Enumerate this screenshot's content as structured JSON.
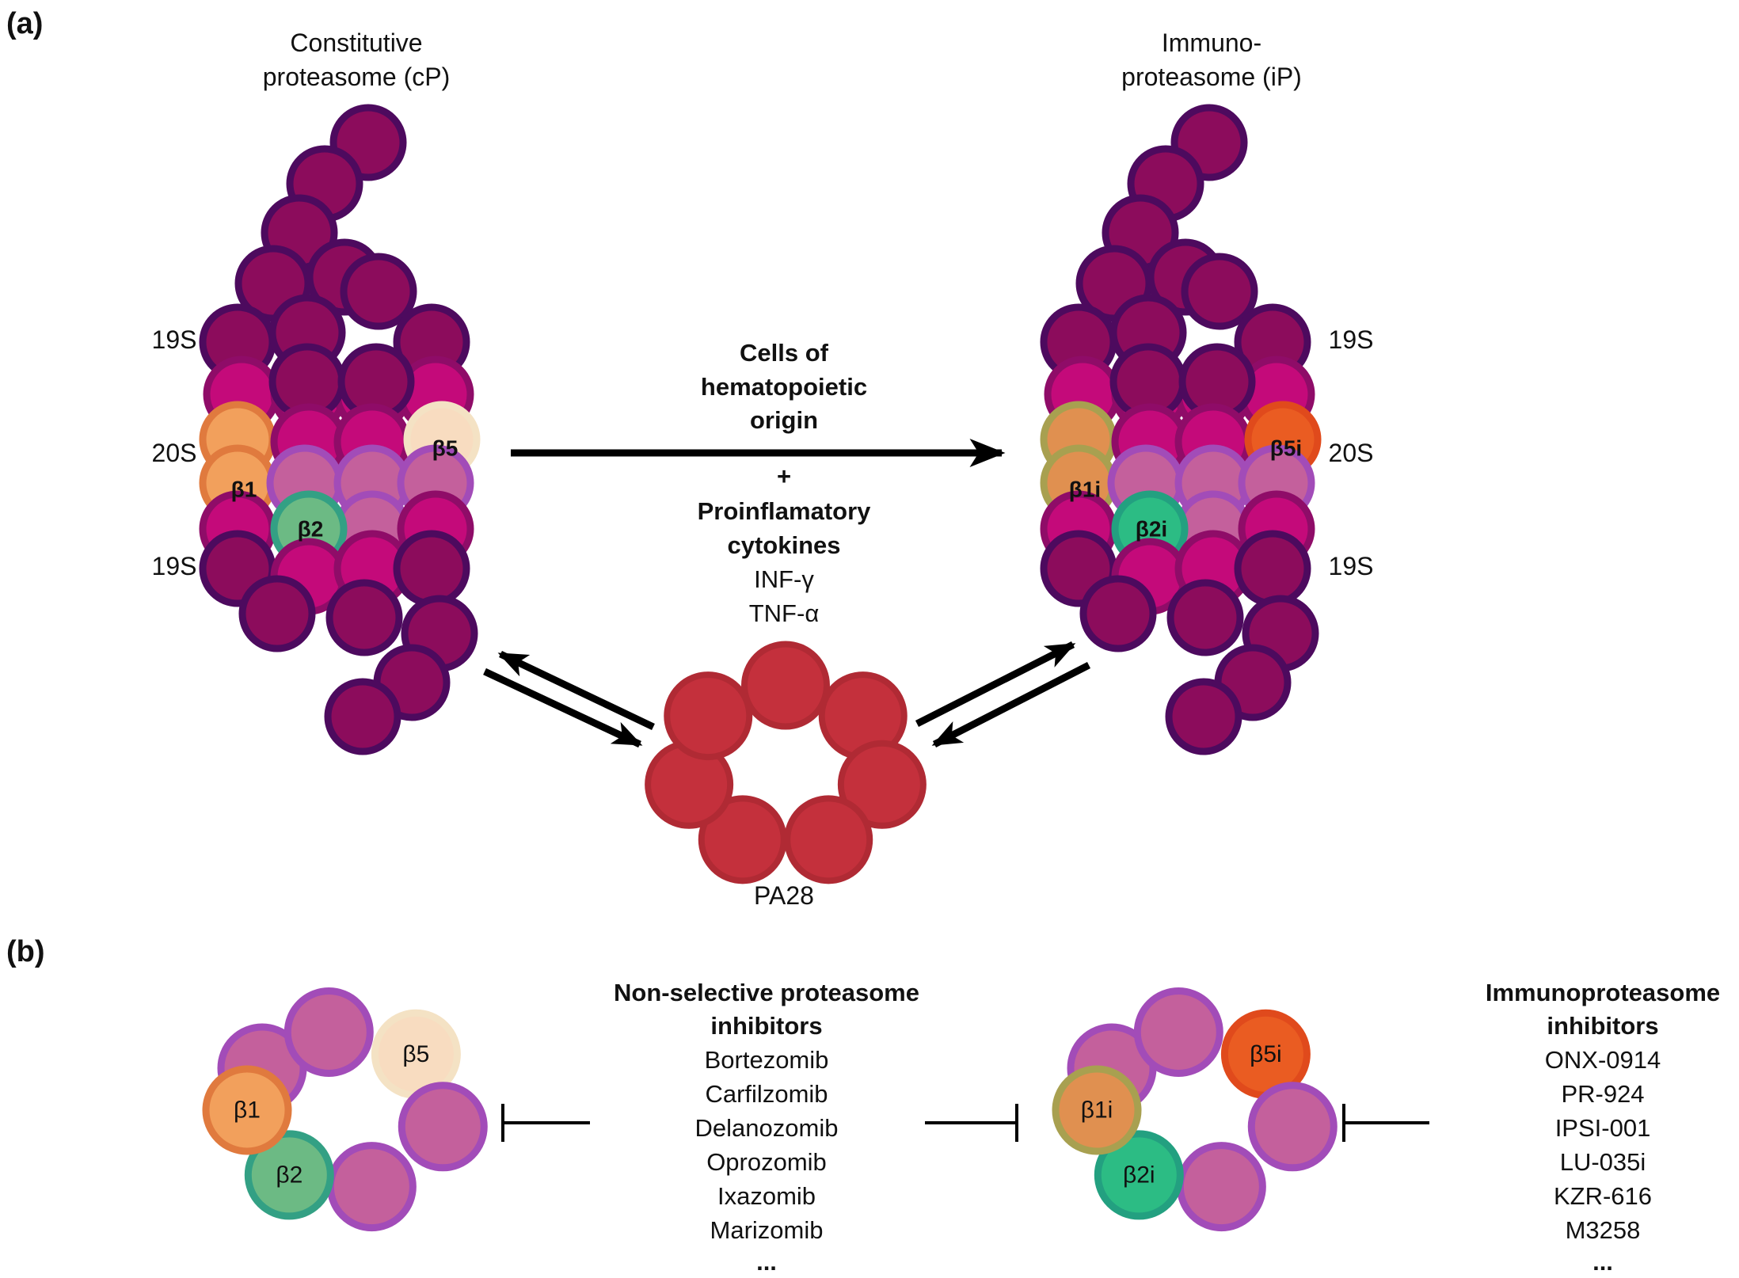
{
  "panels": {
    "a": "(a)",
    "b": "(b)"
  },
  "cp": {
    "title_line1": "Constitutive",
    "title_line2": "proteasome (cP)",
    "label_19s_top": "19S",
    "label_20s": "20S",
    "label_19s_bottom": "19S",
    "beads": {
      "b1": "β1",
      "b2": "β2",
      "b5": "β5"
    }
  },
  "ip": {
    "title_line1": "Immuno-",
    "title_line2": "proteasome (iP)",
    "label_19s_top": "19S",
    "label_20s": "20S",
    "label_19s_bottom": "19S",
    "beads": {
      "b1": "β1i",
      "b2": "β2i",
      "b5": "β5i"
    }
  },
  "conversion": {
    "bold_lines": [
      "Cells of",
      "hematopoietic",
      "origin"
    ],
    "plus": "+",
    "bold_lines2": [
      "Proinflamatory",
      "cytokines"
    ],
    "cytokines": [
      "INF-γ",
      "TNF-α"
    ],
    "more": "..."
  },
  "pa28": {
    "label": "PA28"
  },
  "rings": {
    "constitutive": {
      "b1": "β1",
      "b2": "β2",
      "b5": "β5"
    },
    "immuno": {
      "b1": "β1i",
      "b2": "β2i",
      "b5": "β5i"
    }
  },
  "nonselective": {
    "title_line1": "Non-selective proteasome",
    "title_line2": "inhibitors",
    "drugs": [
      "Bortezomib",
      "Carfilzomib",
      "Delanozomib",
      "Oprozomib",
      "Ixazomib",
      "Marizomib"
    ],
    "more": "..."
  },
  "immunoinhib": {
    "title_line1": "Immunoproteasome",
    "title_line2": "inhibitors",
    "drugs": [
      "ONX-0914",
      "PR-924",
      "IPSI-001",
      "LU-035i",
      "KZR-616",
      "M3258"
    ],
    "more": "..."
  },
  "colors": {
    "cap_fill": "#8c0c5c",
    "cap_stroke": "#4d0a5e",
    "alpha_fill": "#c40a7a",
    "alpha_stroke": "#8f0c68",
    "beta_fill": "#c4609c",
    "beta_stroke": "#a24cb8",
    "b1_fill": "#f2a05c",
    "b1_stroke": "#e07a3e",
    "b2_fill": "#6cba84",
    "b2_stroke": "#33a084",
    "b5_fill": "#f8dcc0",
    "b5_stroke": "#f4e2c4",
    "b1i_fill": "#e09050",
    "b1i_stroke": "#a8a050",
    "b2i_fill": "#2cbc84",
    "b2i_stroke": "#23a080",
    "b5i_fill": "#ea5c22",
    "b5i_stroke": "#e04a1c",
    "pa28_fill": "#c4303c",
    "pa28_stroke": "#b02a34"
  }
}
